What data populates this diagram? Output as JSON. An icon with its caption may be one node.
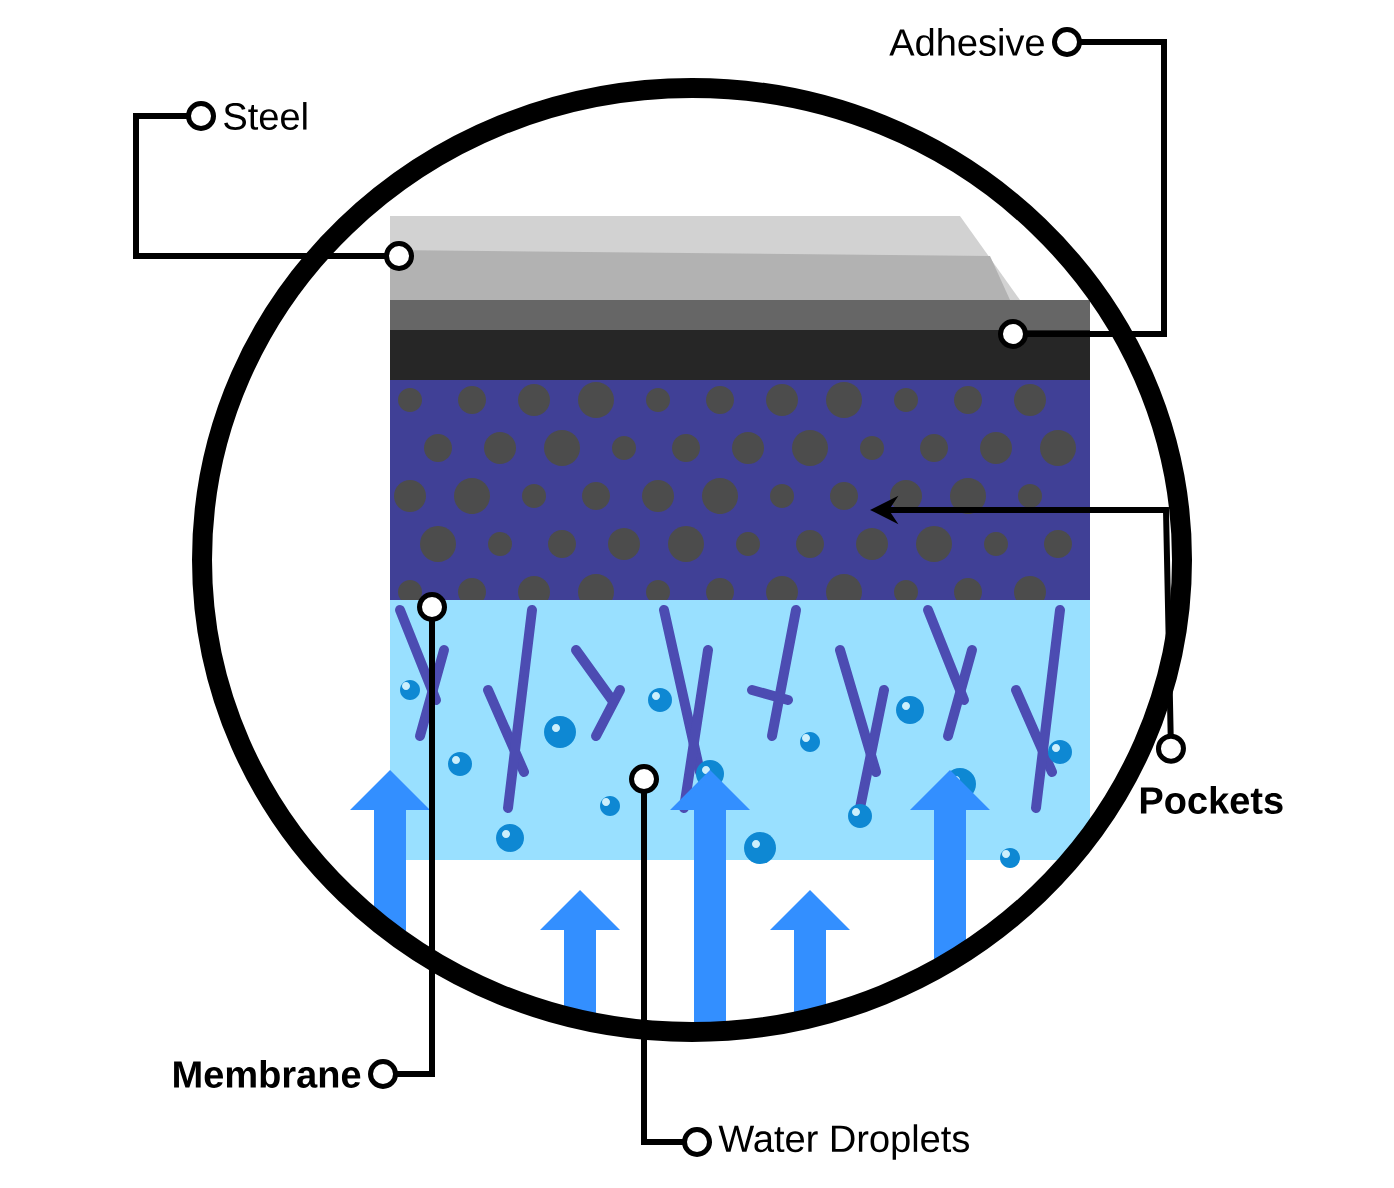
{
  "diagram": {
    "nodes": [
      {
        "text": [
          "Steel"
        ]
      },
      {
        "text": [
          "Adhesive"
        ]
      },
      {
        "text": [
          "Pockets"
        ]
      },
      {
        "text": [
          "Membrane"
        ]
      },
      {
        "text": [
          "Water Droplets"
        ]
      }
    ],
    "edges": [
      {
        "from": 0,
        "to": null,
        "arrow": "other"
      },
      {
        "from": 1,
        "to": null,
        "arrow": "other"
      },
      {
        "from": 2,
        "to": null,
        "arrow": "to"
      },
      {
        "from": 3,
        "to": null,
        "arrow": "other"
      },
      {
        "from": 4,
        "to": null,
        "arrow": "other"
      }
    ]
  }
}
